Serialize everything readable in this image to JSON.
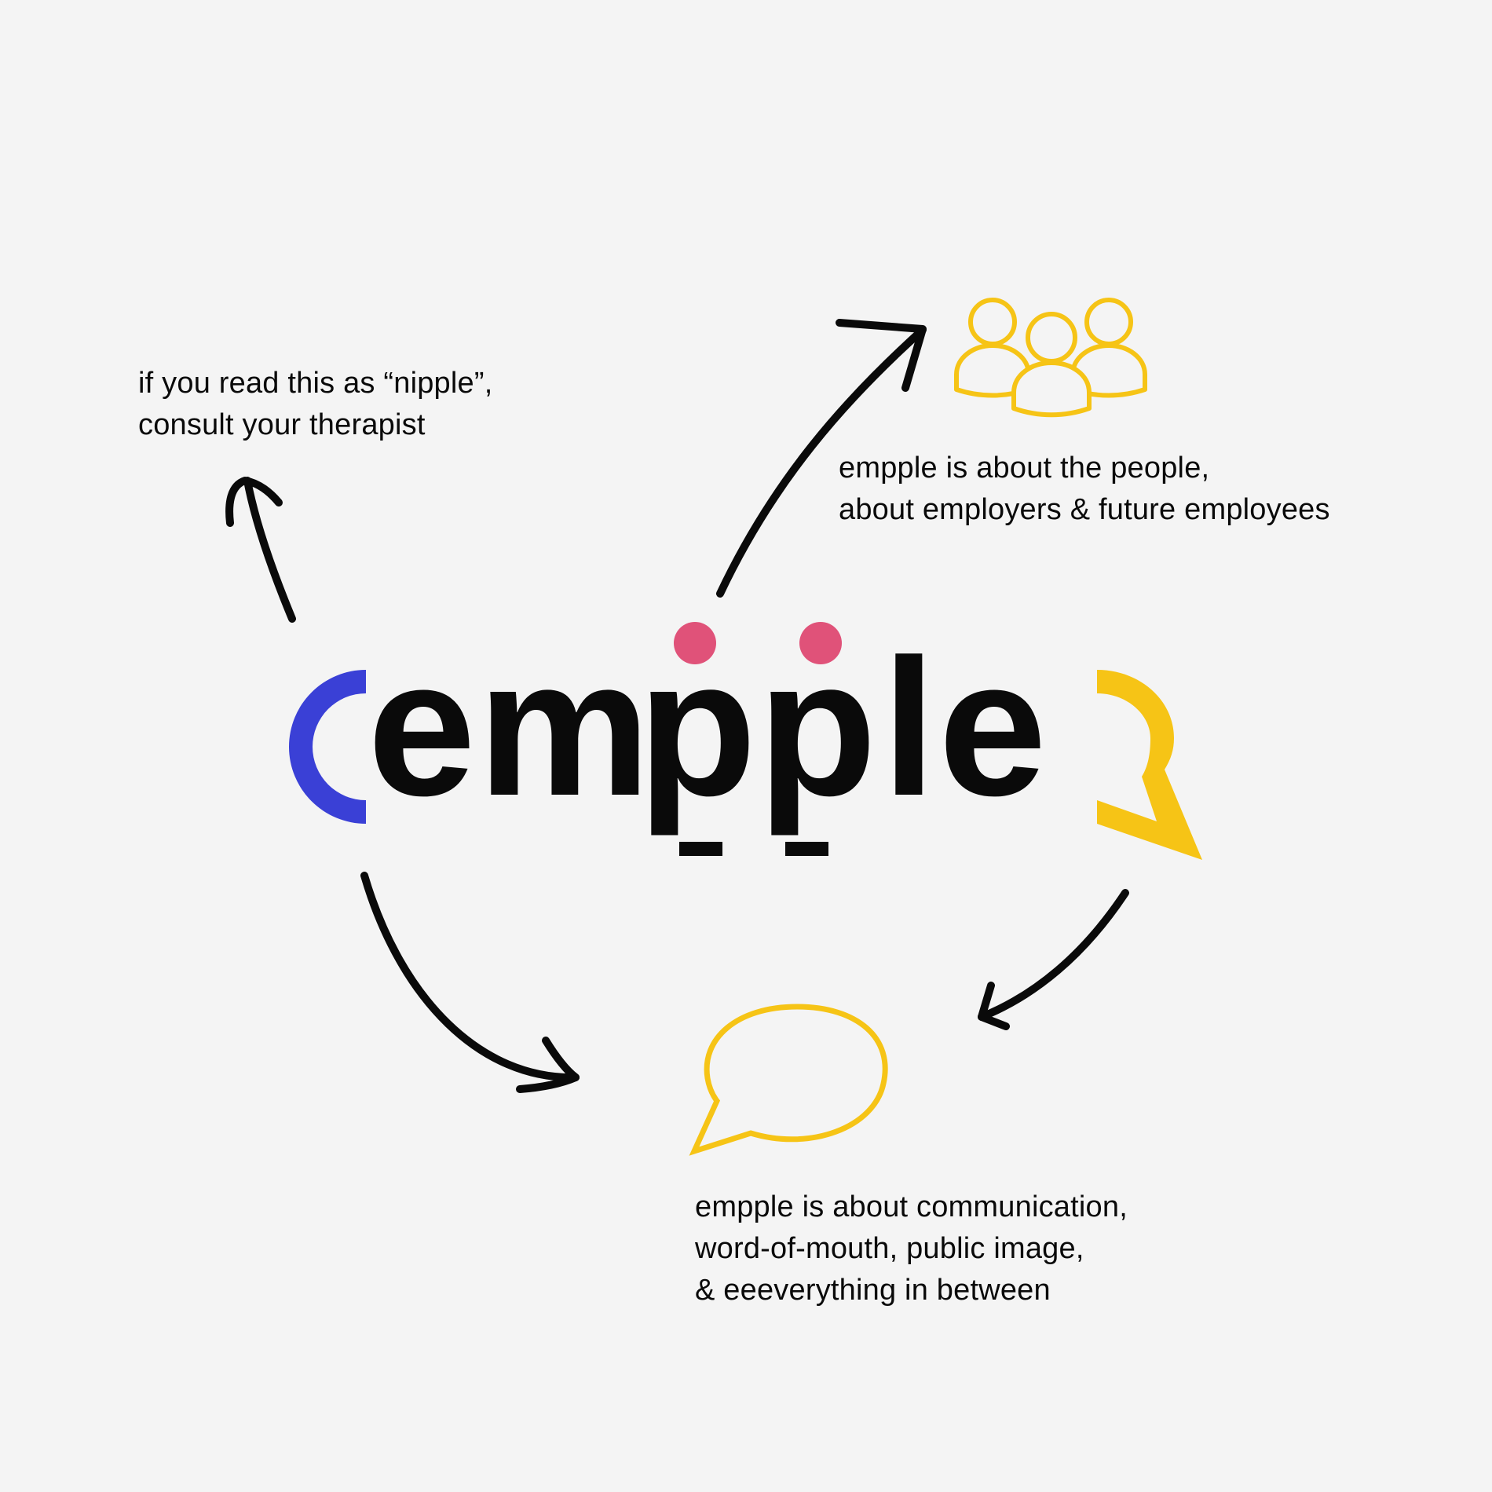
{
  "captions": {
    "nipple": {
      "line1": "if you read this as “nipple”,",
      "line2": "consult your therapist"
    },
    "people": {
      "line1": "empple is about the people,",
      "line2": "about employers & future employees"
    },
    "communication": {
      "line1": "empple is about communication,",
      "line2": "word-of-mouth, public image,",
      "line3": "& eeeverything in between"
    }
  },
  "logo": {
    "letters": [
      "e",
      "m",
      "p",
      "p",
      "l",
      "e"
    ],
    "wordmark": "empple"
  },
  "colors": {
    "background": "#f4f4f4",
    "ink": "#0a0a0a",
    "blue_bracket": "#3a40d6",
    "yellow_accent": "#f6c416",
    "pink_dots": "#e05279",
    "arrows": "#0a0a0a"
  },
  "icons": {
    "people": "people-group-icon",
    "speech": "speech-bubble-icon"
  }
}
